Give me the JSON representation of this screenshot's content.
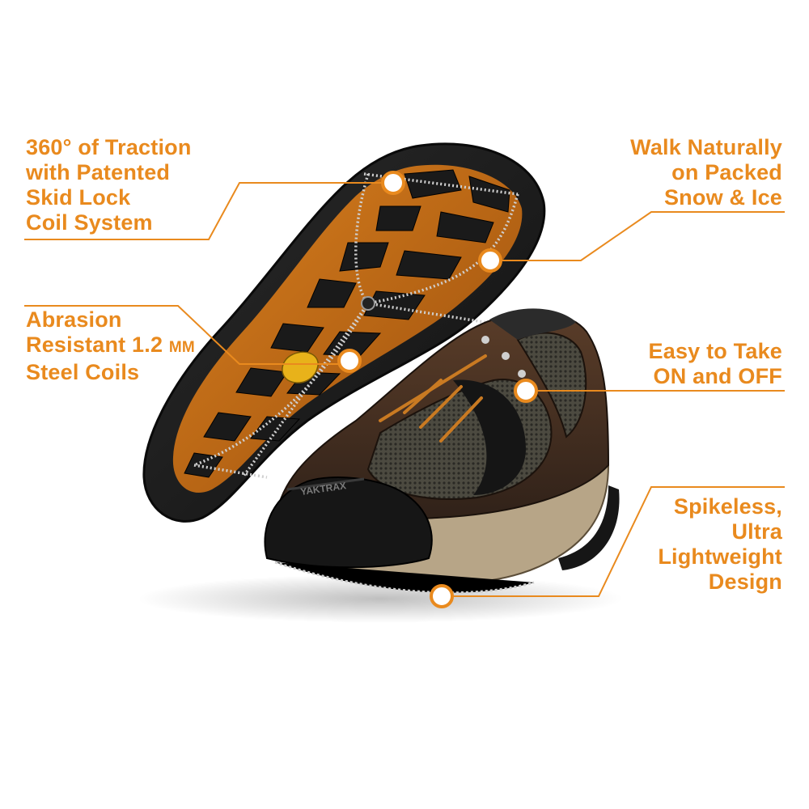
{
  "accent_color": "#e98a1e",
  "callouts": {
    "traction": {
      "lines": [
        "360° of Traction",
        "with Patented",
        "Skid Lock",
        "Coil System"
      ]
    },
    "abrasion": {
      "lines": [
        "Abrasion",
        "Resistant 1.2 ",
        "Steel Coils"
      ],
      "unit": "MM"
    },
    "walk": {
      "lines": [
        "Walk Naturally",
        "on Packed",
        "Snow & Ice"
      ]
    },
    "easy": {
      "lines": [
        "Easy to Take",
        "ON and OFF"
      ]
    },
    "spikeless": {
      "lines": [
        "Spikeless,",
        "Ultra",
        "Lightweight",
        "Design"
      ]
    }
  },
  "brand_on_cleat": "YAKTRAX",
  "icons": {
    "photo": "walking-shoes-with-coil-traction-cleats",
    "marker": "callout-dot-icon"
  }
}
